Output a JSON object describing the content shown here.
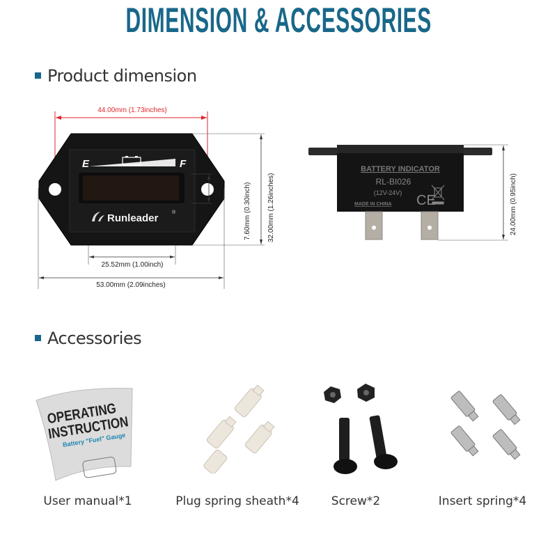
{
  "title": "DIMENSION & ACCESSORIES",
  "sections": {
    "product_dimension": "Product dimension",
    "accessories": "Accessories"
  },
  "gauge": {
    "brand": "Runleader",
    "registered": "®",
    "empty_label": "E",
    "full_label": "F",
    "dimensions": {
      "hole_spacing": "44.00mm  (1.73inches)",
      "total_width": "53.00mm (2.09inches)",
      "display_width": "25.52mm (1.00inch)",
      "display_height": "7.60mm (0.30inch)",
      "total_height": "32.00mm (1.26inches)"
    }
  },
  "module": {
    "label": "BATTERY INDICATOR",
    "model": "RL-BI026",
    "voltage": "(12V-24V)",
    "origin": "MADE IN CHINA",
    "ce_mark": "CE",
    "height_dimension": "24.00mm (0.95inch)"
  },
  "manual": {
    "line1": "OPERATING",
    "line2": "INSTRUCTION",
    "subtitle": "Battery \"Fuel\" Gauge"
  },
  "accessories": [
    {
      "label": "User manual*1"
    },
    {
      "label": "Plug spring sheath*4"
    },
    {
      "label": "Screw*2"
    },
    {
      "label": "Insert spring*4"
    }
  ],
  "colors": {
    "accent": "#19678a",
    "dimension_red": "#e0262b"
  }
}
